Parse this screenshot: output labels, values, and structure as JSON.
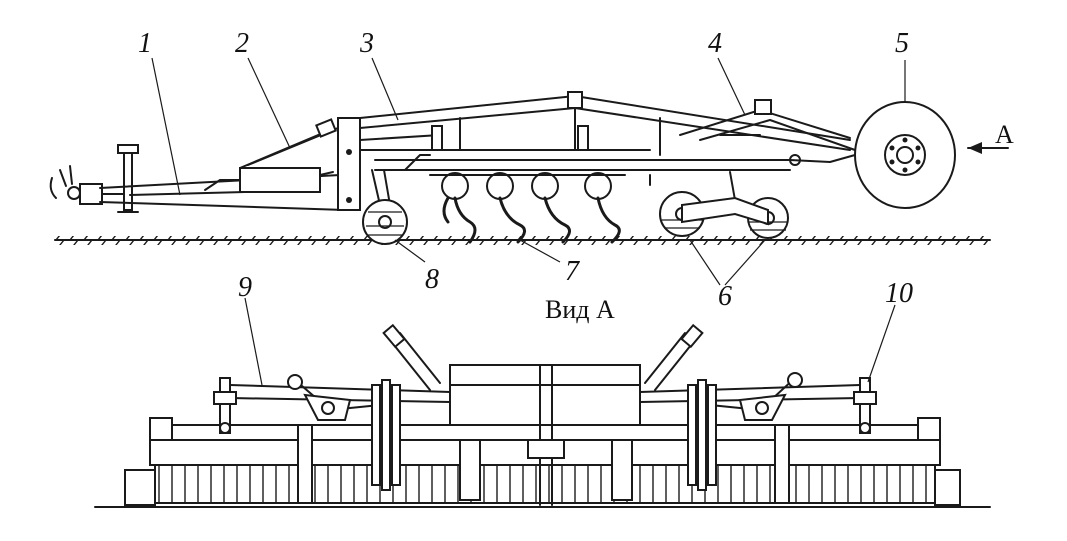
{
  "labels": {
    "l1": "1",
    "l2": "2",
    "l3": "3",
    "l4": "4",
    "l5": "5",
    "l6": "6",
    "l7": "7",
    "l8": "8",
    "l9": "9",
    "l10": "10",
    "arrow_a": "A",
    "view_a": "Вид А"
  }
}
